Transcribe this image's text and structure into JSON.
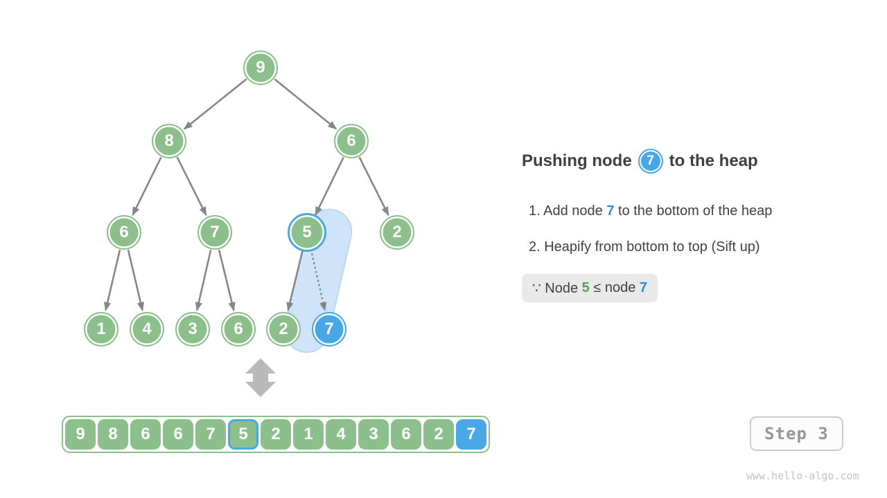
{
  "colors": {
    "green": "#8cbf8c",
    "blue": "#49a7e6",
    "blue-text": "#2191e0",
    "green-text": "#56a156",
    "capsule": "#cfe4f8",
    "capsule-border": "#b7d8f4",
    "edge": "#868686",
    "double-arrow": "#b9b9b9",
    "text": "#3f3f3f",
    "note-bg": "#e9e9e9",
    "muted": "#979797",
    "muted-light": "#c2c2c2"
  },
  "tree": {
    "nodes": [
      {
        "value": "9"
      },
      {
        "value": "8"
      },
      {
        "value": "6"
      },
      {
        "value": "6"
      },
      {
        "value": "7"
      },
      {
        "value": "5"
      },
      {
        "value": "2"
      },
      {
        "value": "1"
      },
      {
        "value": "4"
      },
      {
        "value": "3"
      },
      {
        "value": "6"
      },
      {
        "value": "2"
      },
      {
        "value": "7"
      }
    ]
  },
  "array": {
    "cells": [
      "9",
      "8",
      "6",
      "6",
      "7",
      "5",
      "2",
      "1",
      "4",
      "3",
      "6",
      "2",
      "7"
    ]
  },
  "panel": {
    "heading": {
      "prefix": "Pushing node",
      "node_value": "7",
      "suffix": "to the heap"
    },
    "steps": [
      {
        "pre": "1. Add node ",
        "highlight": "7",
        "post": " to the bottom of the heap"
      },
      {
        "text": "2. Heapify from bottom to top (Sift up)"
      }
    ],
    "note": {
      "pre": "∵ Node ",
      "green": "5",
      "mid": " ≤ node ",
      "blue": "7"
    }
  },
  "footer": {
    "step_label": "Step 3",
    "website": "www.hello-algo.com"
  }
}
